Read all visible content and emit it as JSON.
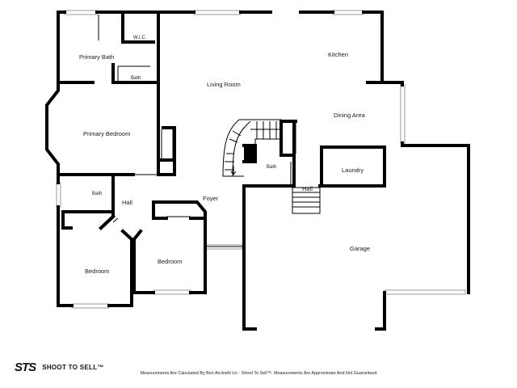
{
  "rooms": {
    "wic": "W.I.C.",
    "primary_bath": "Primary Bath",
    "bath_upper": "Bath",
    "living_room": "Living Room",
    "kitchen": "Kitchen",
    "primary_bedroom": "Primary Bedroom",
    "dining_area": "Dining Area",
    "bath_center": "Bath",
    "laundry": "Laundry",
    "bath_left": "Bath",
    "hall_left": "Hall",
    "foyer": "Foyer",
    "hall_right": "Hall",
    "bedroom_left": "Bedroom",
    "bedroom_right": "Bedroom",
    "garage": "Garage"
  },
  "branding": {
    "logo_mark": "STS",
    "logo_text": "SHOOT TO SELL™",
    "disclaimer": "Measurements Are Calculated By Ben Accinelli Llc - Shoot To Sell™. Measurements Are Approximate And Not Guaranteed"
  }
}
